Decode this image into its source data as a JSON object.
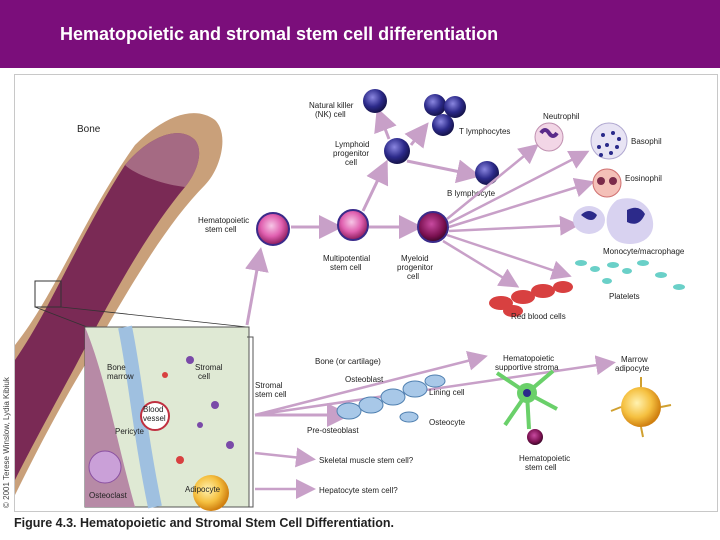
{
  "slide": {
    "title": "Hematopoietic and stromal stem cell differentiation"
  },
  "figure": {
    "caption": "Figure 4.3. Hematopoietic and Stromal Stem Cell Differentiation.",
    "copyright": "© 2001 Terese Winslow, Lydia Kibiuk",
    "labels": {
      "bone": "Bone",
      "nk_cell_1": "Natural killer",
      "nk_cell_2": "(NK) cell",
      "t_lymphocytes": "T lymphocytes",
      "neutrophil": "Neutrophil",
      "basophil": "Basophil",
      "eosinophil": "Eosinophil",
      "lymphoid_1": "Lymphoid",
      "lymphoid_2": "progenitor",
      "lymphoid_3": "cell",
      "b_lymphocyte": "B lymphocyte",
      "hsc_1": "Hematopoietic",
      "hsc_2": "stem cell",
      "multipotential_1": "Multipotential",
      "multipotential_2": "stem cell",
      "myeloid_1": "Myeloid",
      "myeloid_2": "progenitor",
      "myeloid_3": "cell",
      "monocyte": "Monocyte/macrophage",
      "platelets": "Platelets",
      "rbc": "Red blood cells",
      "bone_marrow_1": "Bone",
      "bone_marrow_2": "marrow",
      "stromal_1": "Stromal",
      "stromal_2": "cell",
      "blood_vessel_1": "Blood",
      "blood_vessel_2": "vessel",
      "pericyte": "Pericyte",
      "osteoclast": "Osteoclast",
      "adipocyte": "Adipocyte",
      "stromal_stem_1": "Stromal",
      "stromal_stem_2": "stem cell",
      "bone_cartilage": "Bone (or cartilage)",
      "osteoblast": "Osteoblast",
      "lining_cell": "Lining cell",
      "osteocyte": "Osteocyte",
      "pre_osteoblast": "Pre-osteoblast",
      "hema_stroma_1": "Hematopoietic",
      "hema_stroma_2": "supportive stroma",
      "marrow_adipocyte_1": "Marrow",
      "marrow_adipocyte_2": "adipocyte",
      "skeletal_muscle": "Skeletal muscle stem cell?",
      "hepatocyte": "Hepatocyte stem cell?",
      "hema_stem_2_1": "Hematopoietic",
      "hema_stem_2_2": "stem cell"
    }
  },
  "colors": {
    "title_bar": "#7b0e7b",
    "bone": "#c9a07a",
    "marrow": "#7a2a55",
    "arrow": "#c8a0c8",
    "cell_purple": "#3a2a8a",
    "rbc": "#d84040"
  }
}
